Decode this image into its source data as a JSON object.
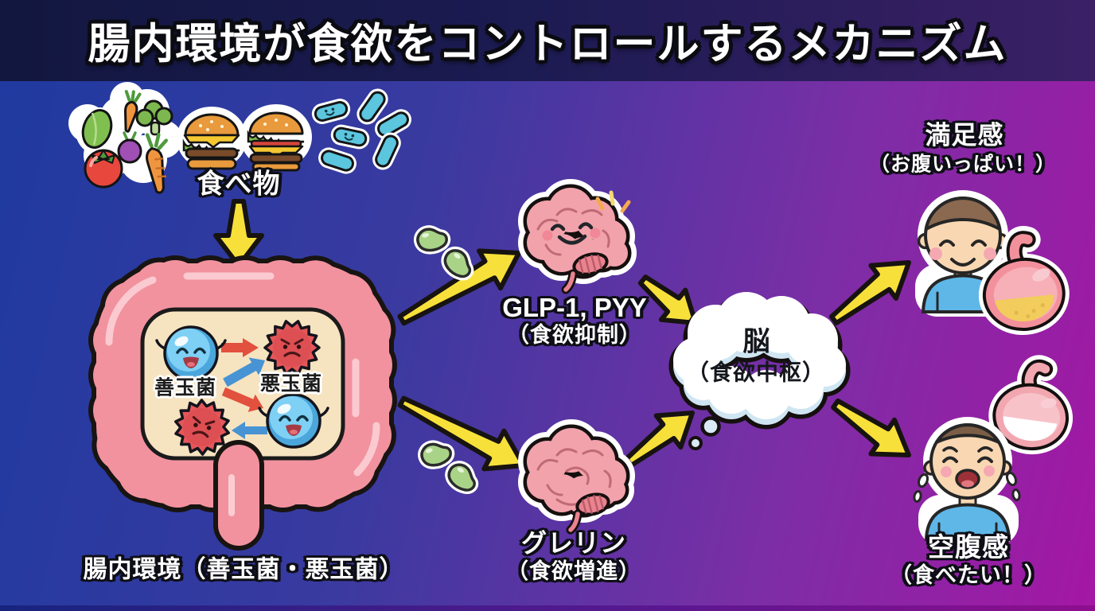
{
  "title": "腸内環境が食欲をコントロールするメカニズム",
  "food": {
    "label": "食べ物",
    "icons": [
      "vegetables-icon",
      "hamburger-icon",
      "hamburger-icon",
      "probiotic-bacteria-icon"
    ]
  },
  "gut": {
    "caption": "腸内環境（善玉菌・悪玉菌）",
    "good_label": "善玉菌",
    "bad_label": "悪玉菌"
  },
  "pathway_top": {
    "hormones": "GLP-1, PYY",
    "effect": "（食欲抑制）"
  },
  "pathway_bottom": {
    "hormone": "グレリン",
    "effect": "（食欲増進）"
  },
  "brain_center": {
    "name": "脳",
    "role": "（食欲中枢）"
  },
  "outcome_satiety": {
    "label": "満足感",
    "note": "（お腹いっぱい！）"
  },
  "outcome_hunger": {
    "label": "空腹感",
    "note": "（食べたい！）"
  },
  "colors": {
    "background_left": "#1E3AA0",
    "background_right": "#A417A4",
    "title_bar": "#1C1B52",
    "arrow_yellow": "#F8E03A",
    "intestine_pink": "#F2929E",
    "intestine_inner_cream": "#F6E3C0",
    "good_bacteria_blue": "#5FBBE8",
    "bad_bacteria_red": "#E4575A",
    "ferment_bean_green": "#A9D488",
    "brain_pink": "#F2A2AB",
    "cloud_white": "#FFFFFF",
    "shirt_blue": "#5FB7E8"
  }
}
